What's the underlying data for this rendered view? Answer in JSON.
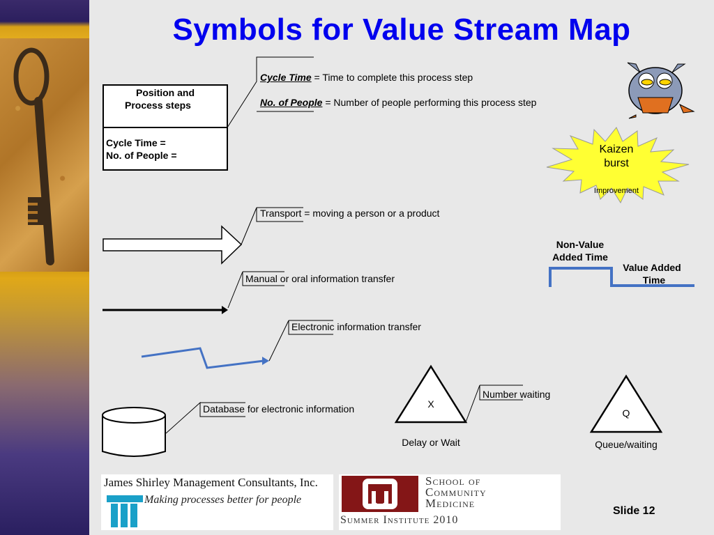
{
  "title": "Symbols for Value Stream Map",
  "process_box": {
    "header_line1": "Position and",
    "header_line2": "Process steps",
    "body_line1": "Cycle Time =",
    "body_line2": "No. of People ="
  },
  "callouts": {
    "cycle_time_term": "Cycle Time",
    "cycle_time_def": " = Time to complete this process step",
    "people_term": "No. of People",
    "people_def": " = Number of people performing this process step",
    "transport": "Transport = moving a person or a product",
    "manual": "Manual or oral information transfer",
    "electronic": "Electronic information transfer",
    "database": "Database for electronic information",
    "number_waiting": "Number waiting"
  },
  "kaizen": {
    "line1": "Kaizen",
    "line2": "burst",
    "caption": "Improvement"
  },
  "timeline": {
    "nva_line1": "Non-Value",
    "nva_line2": "Added Time",
    "va_line1": "Value Added",
    "va_line2": "Time"
  },
  "delay": {
    "symbol": "X",
    "caption": "Delay or Wait"
  },
  "queue": {
    "symbol": "Q",
    "caption": "Queue/waiting"
  },
  "logos": {
    "jsmc_name": "James Shirley Management Consultants, Inc.",
    "jsmc_tagline": "Making processes better for people",
    "ou_line1": "School of",
    "ou_line2": "Community",
    "ou_line3": "Medicine",
    "ou_line4": "Summer Institute 2010"
  },
  "slide_label": "Slide 12",
  "colors": {
    "title": "#0000ee",
    "timeline": "#4472c4",
    "kaizen": "#ffff33",
    "ou_crimson": "#841617",
    "jsmc_teal": "#1aa0c8"
  }
}
